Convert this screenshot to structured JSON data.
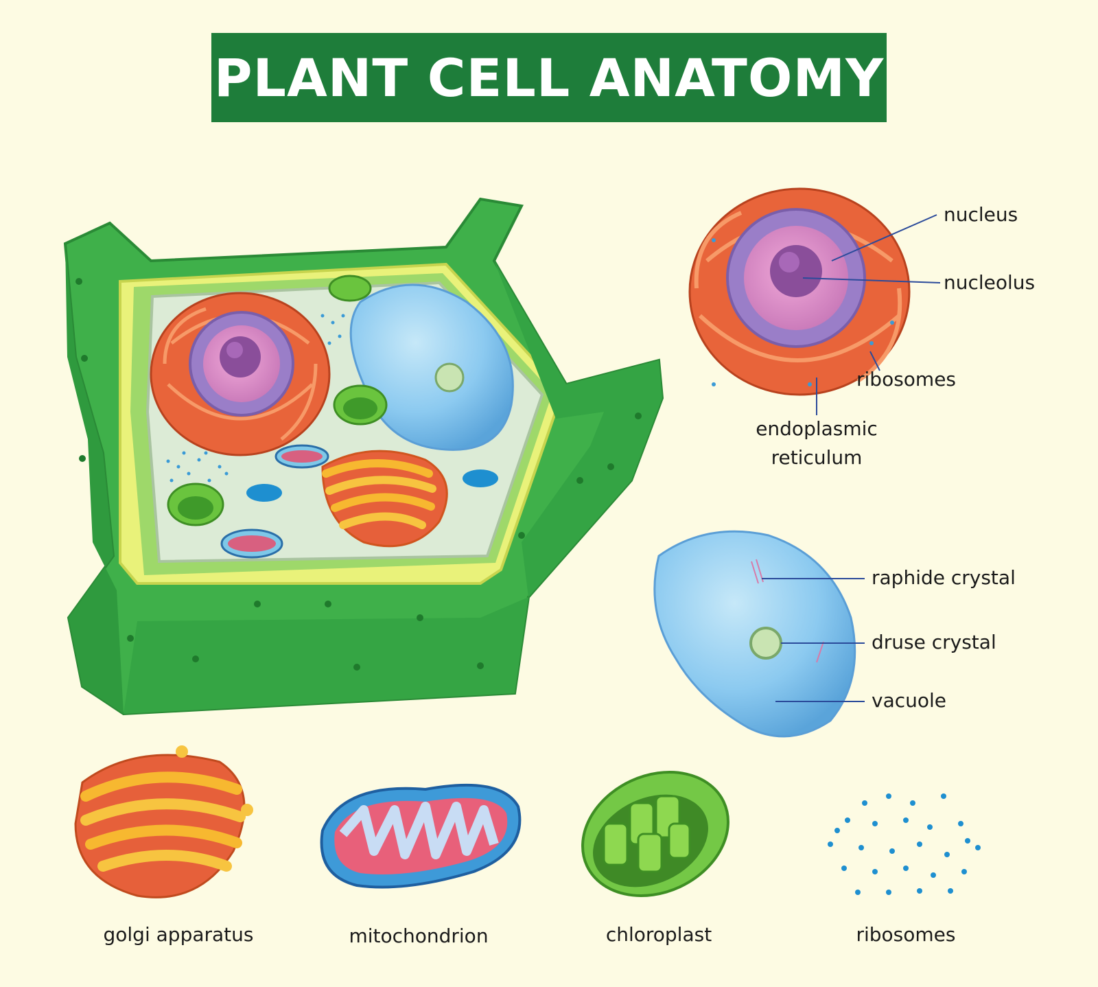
{
  "title": "PLANT CELL ANATOMY",
  "colors": {
    "background": "#fdfbe3",
    "banner": "#1e7d3a",
    "cell_wall": "#3fb04a",
    "er": "#e8643a",
    "nucleus": "#9a7ec8",
    "vacuole": "#8ec8ec",
    "golgi": "#f5b52a",
    "ribosome": "#1e8fd0"
  },
  "nucleus_callouts": {
    "nucleus": "nucleus",
    "nucleolus": "nucleolus",
    "ribosomes": "ribosomes",
    "endoplasmic_reticulum_line1": "endoplasmic",
    "endoplasmic_reticulum_line2": "reticulum"
  },
  "vacuole_callouts": {
    "raphide_crystal": "raphide crystal",
    "druse_crystal": "druse crystal",
    "vacuole": "vacuole"
  },
  "organelles": [
    {
      "label": "golgi apparatus",
      "icon": "golgi-icon"
    },
    {
      "label": "mitochondrion",
      "icon": "mitochondrion-icon"
    },
    {
      "label": "chloroplast",
      "icon": "chloroplast-icon"
    },
    {
      "label": "ribosomes",
      "icon": "ribosomes-icon"
    }
  ]
}
